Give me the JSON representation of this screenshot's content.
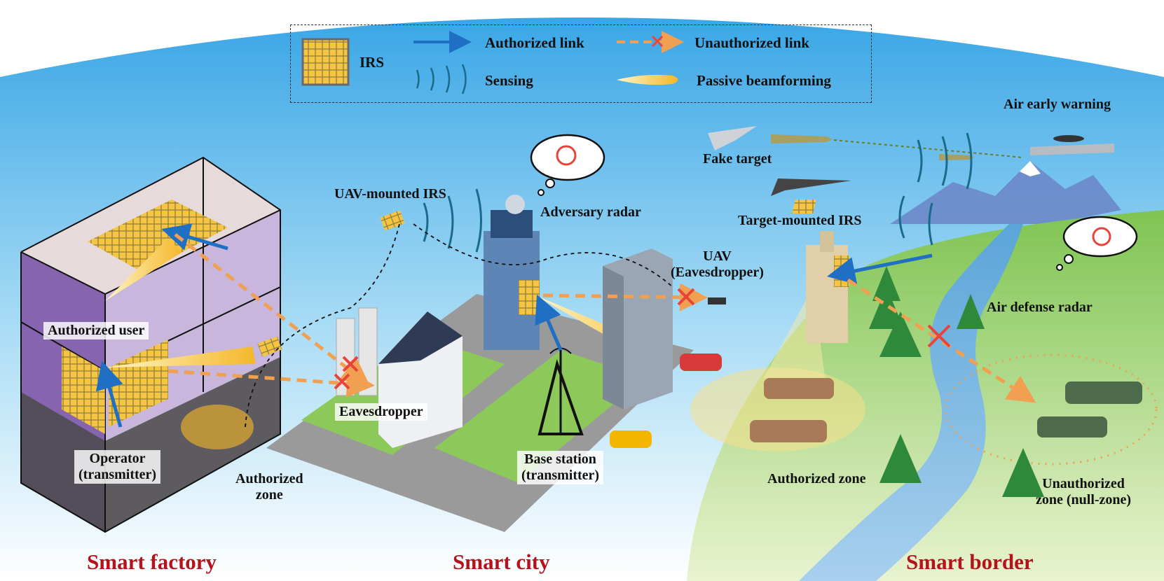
{
  "legend": {
    "irs": "IRS",
    "authorized_link": "Authorized link",
    "unauthorized_link": "Unauthorized link",
    "sensing": "Sensing",
    "passive_beamforming": "Passive beamforming"
  },
  "labels": {
    "authorized_user": "Authorized user",
    "operator": "Operator\n(transmitter)",
    "authorized_zone_factory": "Authorized\nzone",
    "uav_mounted_irs": "UAV-mounted IRS",
    "adversary_radar": "Adversary radar",
    "uav_eavesdropper": "UAV\n(Eavesdropper)",
    "eavesdropper": "Eavesdropper",
    "base_station": "Base station\n(transmitter)",
    "fake_target": "Fake target",
    "air_early_warning": "Air early warning",
    "target_mounted_irs": "Target-mounted IRS",
    "air_defense_radar": "Air defense radar",
    "authorized_zone_border": "Authorized zone",
    "unauthorized_zone": "Unauthorized\nzone (null-zone)"
  },
  "sections": {
    "factory": "Smart factory",
    "city": "Smart city",
    "border": "Smart border"
  },
  "colors": {
    "sky": "#4fb3e8",
    "authorized_link": "#1f6fc4",
    "unauthorized_link": "#f0a050",
    "cross": "#e8443a",
    "irs_fill": "#f5c542",
    "beam": "#f7c948",
    "section_title": "#b3141b",
    "sensing_wave": "#1a6a8a",
    "grass": "#8cc85a",
    "river": "#7fb8e0"
  },
  "icons": [
    "irs-panel-icon",
    "uav-icon",
    "radar-dish-icon",
    "tower-icon",
    "tank-icon",
    "soldier-icon",
    "tree-icon",
    "aircraft-icon",
    "missile-icon",
    "car-icon",
    "cross-icon"
  ]
}
